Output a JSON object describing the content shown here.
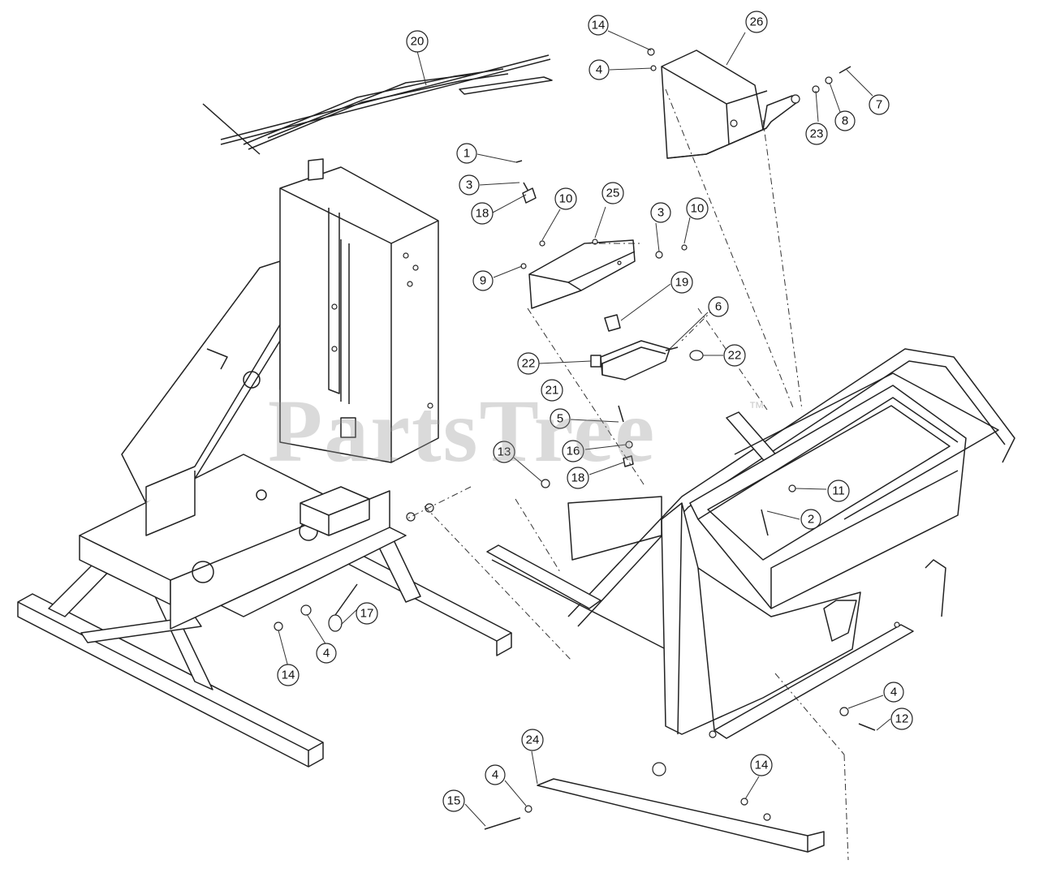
{
  "watermark": {
    "text": "PartsTree",
    "tm": "™"
  },
  "callouts": [
    {
      "id": "c14a",
      "label": "14"
    },
    {
      "id": "c26",
      "label": "26"
    },
    {
      "id": "c4a",
      "label": "4"
    },
    {
      "id": "c7",
      "label": "7"
    },
    {
      "id": "c8",
      "label": "8"
    },
    {
      "id": "c23",
      "label": "23"
    },
    {
      "id": "c20",
      "label": "20"
    },
    {
      "id": "c1",
      "label": "1"
    },
    {
      "id": "c3a",
      "label": "3"
    },
    {
      "id": "c18a",
      "label": "18"
    },
    {
      "id": "c10a",
      "label": "10"
    },
    {
      "id": "c25",
      "label": "25"
    },
    {
      "id": "c3b",
      "label": "3"
    },
    {
      "id": "c10b",
      "label": "10"
    },
    {
      "id": "c9",
      "label": "9"
    },
    {
      "id": "c19",
      "label": "19"
    },
    {
      "id": "c6",
      "label": "6"
    },
    {
      "id": "c22a",
      "label": "22"
    },
    {
      "id": "c22b",
      "label": "22"
    },
    {
      "id": "c21",
      "label": "21"
    },
    {
      "id": "c5",
      "label": "5"
    },
    {
      "id": "c13",
      "label": "13"
    },
    {
      "id": "c16",
      "label": "16"
    },
    {
      "id": "c18b",
      "label": "18"
    },
    {
      "id": "c11",
      "label": "11"
    },
    {
      "id": "c2",
      "label": "2"
    },
    {
      "id": "c17",
      "label": "17"
    },
    {
      "id": "c4b",
      "label": "4"
    },
    {
      "id": "c14b",
      "label": "14"
    },
    {
      "id": "c4c",
      "label": "4"
    },
    {
      "id": "c12",
      "label": "12"
    },
    {
      "id": "c24",
      "label": "24"
    },
    {
      "id": "c4d",
      "label": "4"
    },
    {
      "id": "c14c",
      "label": "14"
    },
    {
      "id": "c15",
      "label": "15"
    }
  ]
}
